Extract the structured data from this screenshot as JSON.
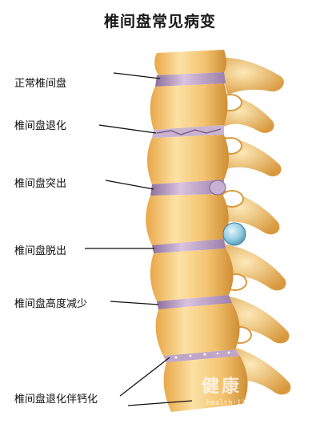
{
  "title": "椎间盘常见病变",
  "labels": [
    {
      "id": "normal",
      "text": "正常椎间盘"
    },
    {
      "id": "degeneration",
      "text": "椎间盘退化"
    },
    {
      "id": "protrusion",
      "text": "椎间盘突出"
    },
    {
      "id": "prolapse",
      "text": "椎间盘脱出"
    },
    {
      "id": "height-loss",
      "text": "椎间盘高度减少"
    },
    {
      "id": "calcification",
      "text": "椎间盘退化伴钙化"
    }
  ],
  "watermark": {
    "text": "健康",
    "url": "health·120·.com"
  },
  "colors": {
    "bone_light": "#f9d68a",
    "bone_mid": "#eeb255",
    "bone_dark": "#c98526",
    "disc": "#b99bc4",
    "disc_dark": "#8e6f9c",
    "herniation": "#8fcbe0",
    "line": "#111111"
  }
}
